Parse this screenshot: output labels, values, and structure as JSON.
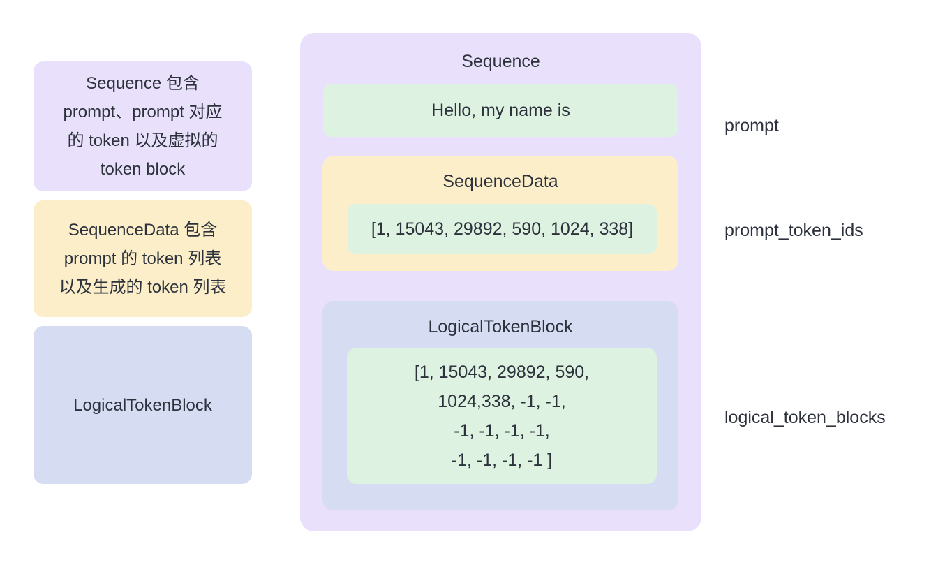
{
  "colors": {
    "lavender": "#e9e1fb",
    "yellow": "#fbeec9",
    "periwinkle": "#d6dcf2",
    "green": "#def2e1",
    "text": "#2c313c",
    "background": "#ffffff"
  },
  "left_notes": {
    "sequence_note": {
      "lines": {
        "l1": "Sequence 包含",
        "l2": "prompt、prompt 对应",
        "l3": "的 token 以及虚拟的",
        "l4": "token block"
      }
    },
    "sequencedata_note": {
      "lines": {
        "l1": "SequenceData 包含",
        "l2": "prompt 的 token 列表",
        "l3": "以及生成的 token 列表"
      }
    },
    "logicaltokenblock_note": {
      "lines": {
        "l1": "LogicalTokenBlock"
      }
    }
  },
  "diagram": {
    "title": "Sequence",
    "prompt_text": "Hello, my name is",
    "sequence_data": {
      "title": "SequenceData",
      "token_ids": "[1, 15043, 29892, 590, 1024, 338]"
    },
    "logical_token_block": {
      "title": "LogicalTokenBlock",
      "token_lines": {
        "l1": "[1, 15043, 29892, 590,",
        "l2": "1024,338, -1, -1,",
        "l3": "-1, -1, -1, -1,",
        "l4": "-1, -1, -1, -1 ]"
      }
    }
  },
  "field_labels": {
    "prompt": "prompt",
    "prompt_token_ids": "prompt_token_ids",
    "logical_token_blocks": "logical_token_blocks"
  }
}
